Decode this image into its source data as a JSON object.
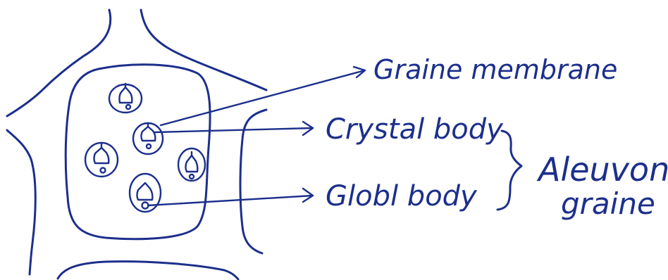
{
  "diagram": {
    "labels": {
      "graine_membrane": "Graine membrane",
      "crystal_body": "Crystal body",
      "globl_body": "Globl body",
      "aleurone_line1": "Aleuvone",
      "aleurone_line2": "graine"
    },
    "ink_color": "#1c2f8c",
    "icons": {
      "grain": "aleurone-grain-icon"
    }
  }
}
